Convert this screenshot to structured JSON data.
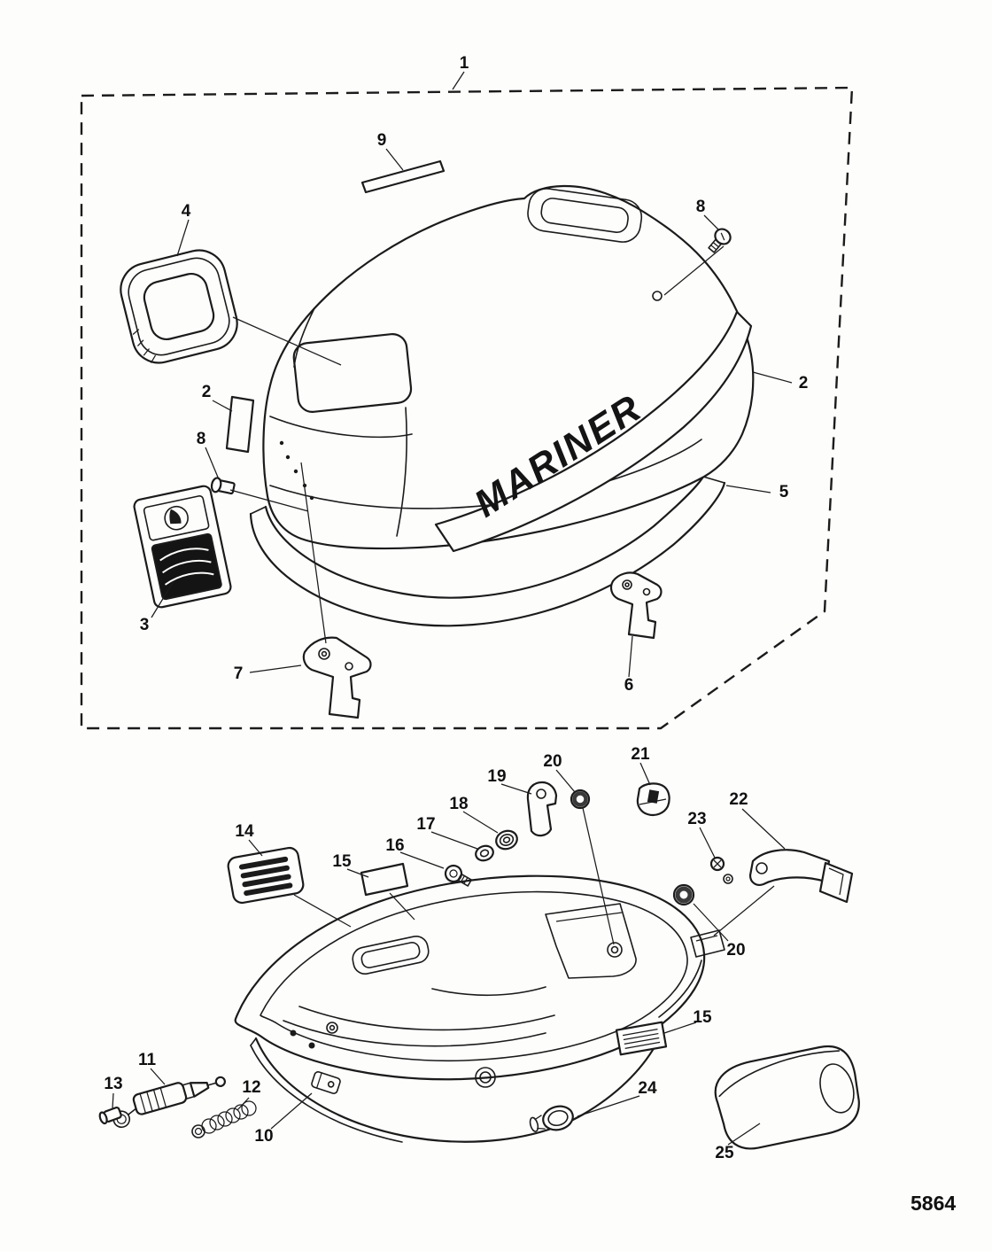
{
  "figure": {
    "number": "5864"
  },
  "cowl_decal": {
    "brand": "MARINER"
  },
  "callouts": [
    {
      "label": "1"
    },
    {
      "label": "9"
    },
    {
      "label": "4"
    },
    {
      "label": "8"
    },
    {
      "label": "2"
    },
    {
      "label": "2"
    },
    {
      "label": "8"
    },
    {
      "label": "5"
    },
    {
      "label": "3"
    },
    {
      "label": "7"
    },
    {
      "label": "6"
    },
    {
      "label": "14"
    },
    {
      "label": "15"
    },
    {
      "label": "16"
    },
    {
      "label": "17"
    },
    {
      "label": "18"
    },
    {
      "label": "19"
    },
    {
      "label": "20"
    },
    {
      "label": "21"
    },
    {
      "label": "22"
    },
    {
      "label": "23"
    },
    {
      "label": "20"
    },
    {
      "label": "15"
    },
    {
      "label": "11"
    },
    {
      "label": "13"
    },
    {
      "label": "12"
    },
    {
      "label": "10"
    },
    {
      "label": "24"
    },
    {
      "label": "25"
    }
  ],
  "colors": {
    "line": "#1b1b1b",
    "background": "#fdfdfc",
    "emblem_fill": "#141414"
  }
}
